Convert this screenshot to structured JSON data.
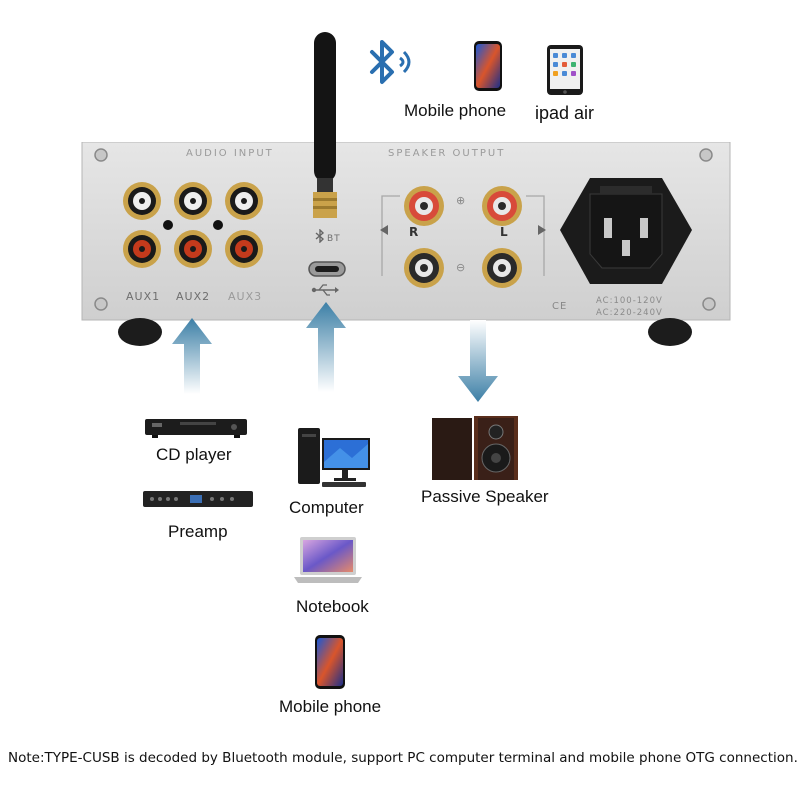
{
  "top_devices": {
    "mobile_phone_label": "Mobile phone",
    "ipad_label": "ipad air",
    "bluetooth_icon": "bluetooth-icon"
  },
  "panel": {
    "audio_input": "AUDIO INPUT",
    "speaker_output": "SPEAKER OUTPUT",
    "aux1": "AUX1",
    "aux2": "AUX2",
    "aux3": "AUX3",
    "bt": "BT",
    "r": "R",
    "l": "L",
    "plus": "⊕",
    "minus": "⊖",
    "ce": "CE",
    "ac1": "AC:100-120V",
    "ac2": "AC:220-240V"
  },
  "sources": {
    "cd_player": "CD player",
    "preamp": "Preamp",
    "computer": "Computer",
    "notebook": "Notebook",
    "mobile_phone": "Mobile phone"
  },
  "outputs": {
    "passive_speaker": "Passive Speaker"
  },
  "note": "Note:TYPE-CUSB is decoded by Bluetooth module, support PC computer terminal and mobile phone OTG connection.",
  "colors": {
    "arrow": "#3c7fa6",
    "panel": "#d9d9d9",
    "rca_red": "#c43a1c",
    "rca_white": "#e8e8e8"
  }
}
